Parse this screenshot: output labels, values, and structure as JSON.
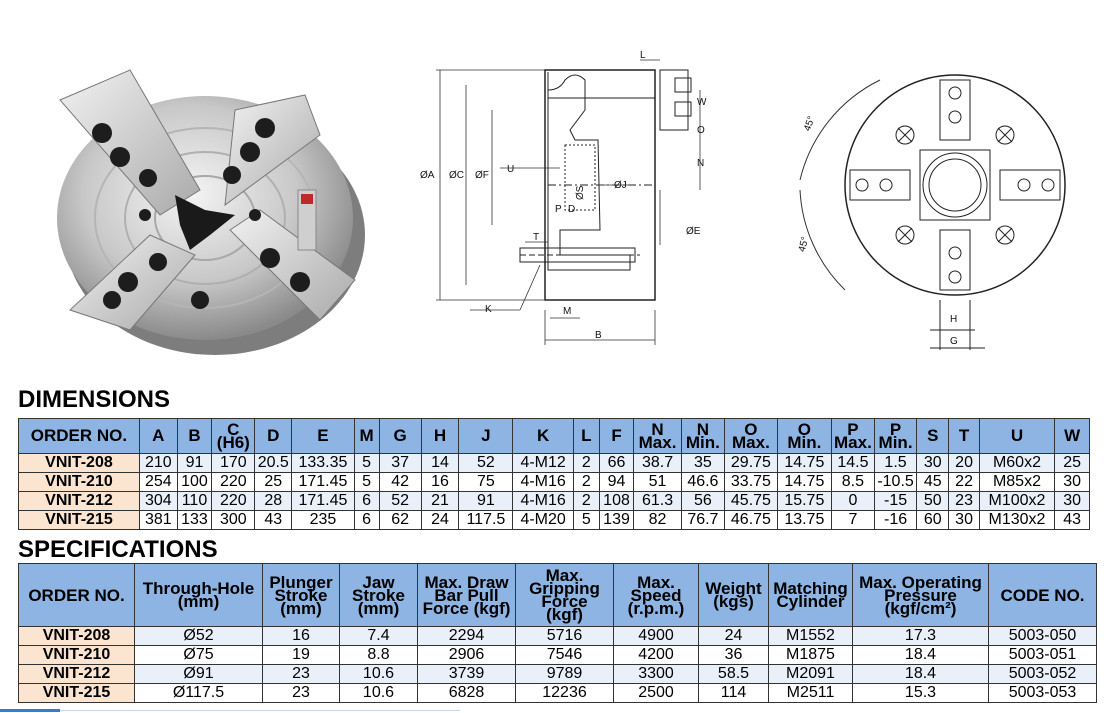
{
  "drawing_labels": {
    "L": "L",
    "W": "W",
    "O": "O",
    "N": "N",
    "A": "ØA",
    "C": "ØC",
    "F": "ØF",
    "U": "U",
    "S": "ØS",
    "J": "ØJ",
    "P": "P",
    "D": "D",
    "T": "T",
    "E": "ØE",
    "K": "K",
    "M": "M",
    "B": "B",
    "H": "H",
    "G": "G",
    "angle1": "45°",
    "angle2": "45°"
  },
  "dimensions": {
    "title": "DIMENSIONS",
    "headers": [
      {
        "top": "",
        "bottom": "ORDER NO."
      },
      {
        "top": "",
        "bottom": "A"
      },
      {
        "top": "",
        "bottom": "B"
      },
      {
        "top": "C",
        "bottom": "(H6)"
      },
      {
        "top": "",
        "bottom": "D"
      },
      {
        "top": "",
        "bottom": "E"
      },
      {
        "top": "",
        "bottom": "M"
      },
      {
        "top": "",
        "bottom": "G"
      },
      {
        "top": "",
        "bottom": "H"
      },
      {
        "top": "",
        "bottom": "J"
      },
      {
        "top": "",
        "bottom": "K"
      },
      {
        "top": "",
        "bottom": "L"
      },
      {
        "top": "",
        "bottom": "F"
      },
      {
        "top": "N",
        "bottom": "Max."
      },
      {
        "top": "N",
        "bottom": "Min."
      },
      {
        "top": "O",
        "bottom": "Max."
      },
      {
        "top": "O",
        "bottom": "Min."
      },
      {
        "top": "P",
        "bottom": "Max."
      },
      {
        "top": "P",
        "bottom": "Min."
      },
      {
        "top": "",
        "bottom": "S"
      },
      {
        "top": "",
        "bottom": "T"
      },
      {
        "top": "",
        "bottom": "U"
      },
      {
        "top": "",
        "bottom": "W"
      }
    ],
    "rows": [
      [
        "VNIT-208",
        "210",
        "91",
        "170",
        "20.5",
        "133.35",
        "5",
        "37",
        "14",
        "52",
        "4-M12",
        "2",
        "66",
        "38.7",
        "35",
        "29.75",
        "14.75",
        "14.5",
        "1.5",
        "30",
        "20",
        "M60x2",
        "25"
      ],
      [
        "VNIT-210",
        "254",
        "100",
        "220",
        "25",
        "171.45",
        "5",
        "42",
        "16",
        "75",
        "4-M16",
        "2",
        "94",
        "51",
        "46.6",
        "33.75",
        "14.75",
        "8.5",
        "-10.5",
        "45",
        "22",
        "M85x2",
        "30"
      ],
      [
        "VNIT-212",
        "304",
        "110",
        "220",
        "28",
        "171.45",
        "6",
        "52",
        "21",
        "91",
        "4-M16",
        "2",
        "108",
        "61.3",
        "56",
        "45.75",
        "15.75",
        "0",
        "-15",
        "50",
        "23",
        "M100x2",
        "30"
      ],
      [
        "VNIT-215",
        "381",
        "133",
        "300",
        "43",
        "235",
        "6",
        "62",
        "24",
        "117.5",
        "4-M20",
        "5",
        "139",
        "82",
        "76.7",
        "46.75",
        "13.75",
        "7",
        "-16",
        "60",
        "30",
        "M130x2",
        "43"
      ]
    ]
  },
  "specifications": {
    "title": "SPECIFICATIONS",
    "headers": [
      [
        "ORDER NO."
      ],
      [
        "Through-Hole",
        "(mm)"
      ],
      [
        "Plunger",
        "Stroke",
        "(mm)"
      ],
      [
        "Jaw",
        "Stroke",
        "(mm)"
      ],
      [
        "Max. Draw",
        "Bar Pull",
        "Force (kgf)"
      ],
      [
        "Max.",
        "Gripping",
        "Force",
        "(kgf)"
      ],
      [
        "Max.",
        "Speed",
        "(r.p.m.)"
      ],
      [
        "Weight",
        "(kgs)"
      ],
      [
        "Matching",
        "Cylinder"
      ],
      [
        "Max. Operating",
        "Pressure",
        "(kgf/cm²)"
      ],
      [
        "CODE NO."
      ]
    ],
    "rows": [
      [
        "VNIT-208",
        "Ø52",
        "16",
        "7.4",
        "2294",
        "5716",
        "4900",
        "24",
        "M1552",
        "17.3",
        "5003-050"
      ],
      [
        "VNIT-210",
        "Ø75",
        "19",
        "8.8",
        "2906",
        "7546",
        "4200",
        "36",
        "M1875",
        "18.4",
        "5003-051"
      ],
      [
        "VNIT-212",
        "Ø91",
        "23",
        "10.6",
        "3739",
        "9789",
        "3300",
        "58.5",
        "M2091",
        "18.4",
        "5003-052"
      ],
      [
        "VNIT-215",
        "Ø117.5",
        "23",
        "10.6",
        "6828",
        "12236",
        "2500",
        "114",
        "M2511",
        "15.3",
        "5003-053"
      ]
    ]
  },
  "colors": {
    "header_bg": "#8eb4e3",
    "order_cell_bg": "#fbe4d0",
    "alt_row_bg": "#e9f0fa"
  }
}
